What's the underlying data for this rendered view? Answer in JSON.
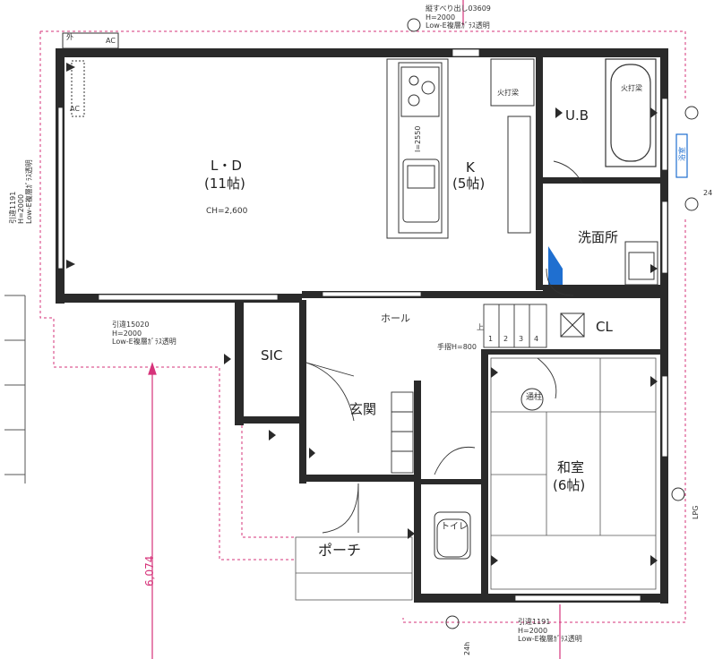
{
  "rooms": {
    "ld": {
      "name": "L・D",
      "size": "(11帖)",
      "ceiling": "CH=2,600"
    },
    "kitchen": {
      "name": "K",
      "size": "(5帖)"
    },
    "bath": {
      "name": "U.B"
    },
    "washroom": {
      "name": "洗面所"
    },
    "hall": {
      "name": "ホール"
    },
    "sic": {
      "name": "SIC"
    },
    "closet": {
      "name": "CL"
    },
    "entrance": {
      "name": "玄関"
    },
    "tatami": {
      "name": "和室",
      "size": "(6帖)"
    },
    "toilet": {
      "name": "トイレ"
    },
    "porch": {
      "name": "ポーチ"
    }
  },
  "labels": {
    "outdoor": "外",
    "ac_top": "AC",
    "ac_side": "AC",
    "fire_alarm_kitchen": "火打梁",
    "fire_alarm_bath": "火打梁",
    "handrail": "手摺H=800",
    "up": "上",
    "stair_nums": [
      "1",
      "2",
      "3",
      "4"
    ],
    "pillar": "通柱",
    "lpg": "LPG",
    "kitchen_side": "I=2550",
    "num_24_right": "24",
    "num_24_bottom": "24h"
  },
  "windows": {
    "top": {
      "lines": [
        "縦すべり出し03609",
        "H=2000",
        "Low-E複層ｶﾞﾗｽ透明"
      ]
    },
    "left": {
      "lines": [
        "引違1191",
        "H=2000",
        "Low-E複層ｶﾞﾗｽ透明"
      ]
    },
    "middle": {
      "lines": [
        "引違15020",
        "H=2000",
        "Low-E複層ｶﾞﾗｽ透明"
      ]
    },
    "bottom": {
      "lines": [
        "引違1191",
        "H=2000",
        "Low-E複層ｶﾞﾗｽ透明"
      ]
    },
    "bath_side": "浴室"
  },
  "dimensions": {
    "vertical": "6,074"
  },
  "colors": {
    "wall": "#2a2a2a",
    "dash": "#d6337a",
    "blue": "#1f6fd0"
  }
}
